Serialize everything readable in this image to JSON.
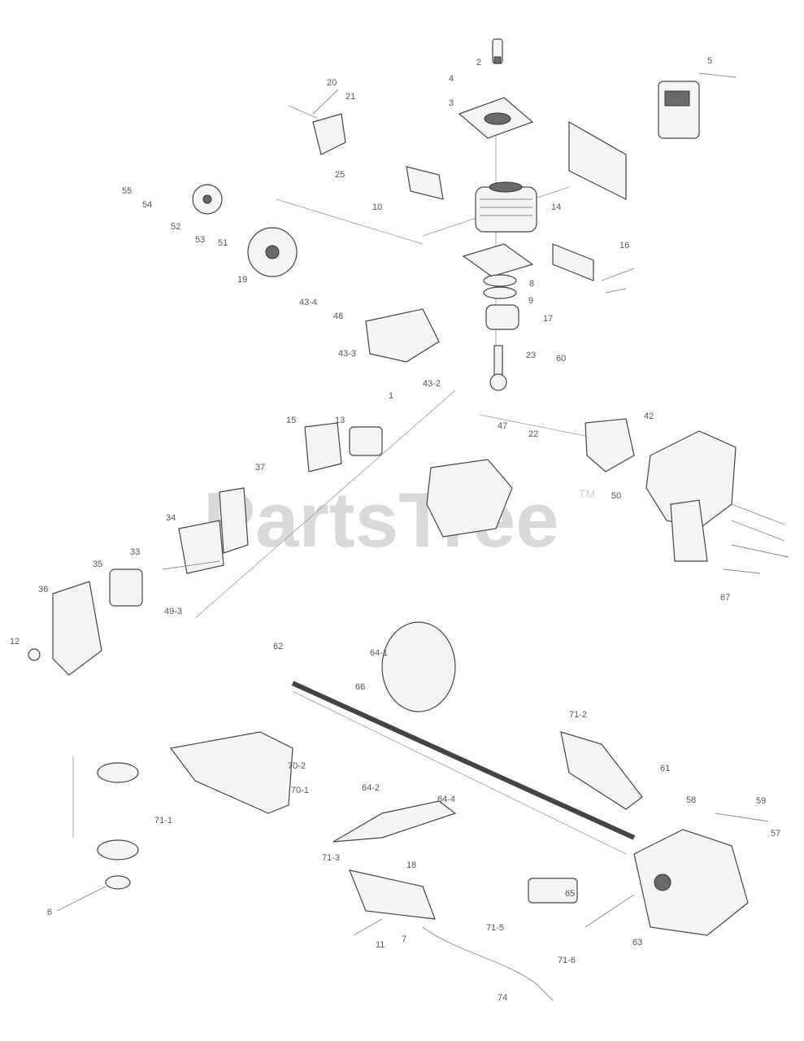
{
  "watermark": {
    "brand": "PartsTree",
    "trademark": "TM"
  },
  "labels": {
    "l2": "2",
    "l4": "4",
    "l3": "3",
    "l5": "5",
    "l20": "20",
    "l21": "21",
    "l25": "25",
    "l10": "10",
    "l14": "14",
    "l55": "55",
    "l54": "54",
    "l52": "52",
    "l53": "53",
    "l51": "51",
    "l19": "19",
    "l46": "46",
    "l43_4": "43-4",
    "l43_3": "43-3",
    "l43_2": "43-2",
    "l9": "9",
    "l8": "8",
    "l17": "17",
    "l16": "16",
    "l23": "23",
    "l60": "60",
    "l47": "47",
    "l22": "22",
    "l42": "42",
    "l50": "50",
    "l57": "57",
    "l1": "1",
    "l15": "15",
    "l13": "13",
    "l37": "37",
    "l34": "34",
    "l33": "33",
    "l35": "35",
    "l36": "36",
    "l49_3": "49-3",
    "l12": "12",
    "l62": "62",
    "l64_1": "64-1",
    "l66": "66",
    "l71_2": "71-2",
    "l61": "61",
    "l70_2": "70-2",
    "l70_1": "70-1",
    "l64_2": "64-2",
    "l64_4": "64-4",
    "l71_1": "71-1",
    "l71_3": "71-3",
    "l71_5": "71-5",
    "l71_6": "71-6",
    "l74": "74",
    "l58": "58",
    "l59": "59",
    "l65": "65",
    "l63": "63",
    "l67": "67",
    "l11": "11",
    "l7": "7",
    "l6": "6",
    "l18": "18"
  }
}
